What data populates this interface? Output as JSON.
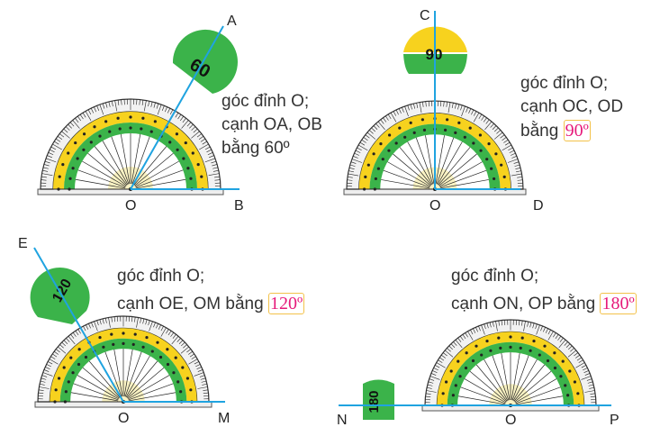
{
  "colors": {
    "ray": "#1fa3e0",
    "green": "#3bb34a",
    "yellow": "#f7d21e",
    "answer": "#e6197a"
  },
  "panels": [
    {
      "angle": 60,
      "bubble": "60",
      "labels": {
        "ray1": "A",
        "vertex": "O",
        "ray2": "B"
      },
      "text": {
        "line1": "góc đỉnh O;",
        "line2": "cạnh OA, OB",
        "line3": "bằng 60º"
      }
    },
    {
      "angle": 90,
      "bubble": "90",
      "labels": {
        "ray1": "C",
        "vertex": "O",
        "ray2": "D"
      },
      "text": {
        "line1": "góc đỉnh O;",
        "line2": "cạnh OC, OD",
        "line3": "bằng",
        "answer": "90º"
      }
    },
    {
      "angle": 120,
      "bubble": "120",
      "labels": {
        "ray1": "E",
        "vertex": "O",
        "ray2": "M"
      },
      "text": {
        "line1": "góc đỉnh O;",
        "line2": "cạnh OE, OM bằng",
        "answer": "120º"
      }
    },
    {
      "angle": 180,
      "bubble": "180",
      "labels": {
        "ray1": "N",
        "vertex": "O",
        "ray2": "P"
      },
      "text": {
        "line1": "góc đỉnh O;",
        "line2": "cạnh ON, OP bằng",
        "answer": "180º"
      }
    }
  ]
}
